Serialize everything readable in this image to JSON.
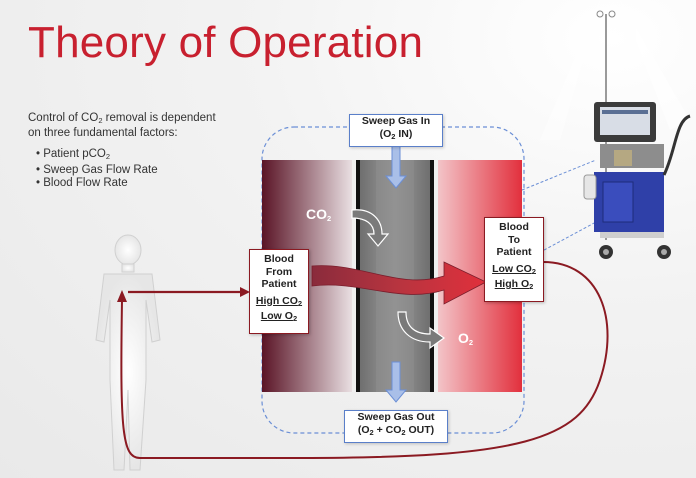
{
  "title": "Theory of Operation",
  "intro": {
    "line1_pre": "Control of CO",
    "line1_sub": "2",
    "line1_post": " removal is dependent",
    "line2": "on three fundamental factors:"
  },
  "factors": [
    {
      "pre": "Patient pCO",
      "sub": "2"
    },
    {
      "pre": "Sweep Gas Flow Rate",
      "sub": ""
    },
    {
      "pre": "Blood Flow Rate",
      "sub": ""
    }
  ],
  "sweep_in": {
    "line1": "Sweep Gas In",
    "line2_pre": "(O",
    "line2_sub": "2",
    "line2_post": " IN)"
  },
  "sweep_out": {
    "line1": "Sweep Gas Out",
    "line2_pre": "(O",
    "line2_sub": "2",
    "line2_mid": " + CO",
    "line2_sub2": "2",
    "line2_post": " OUT)"
  },
  "blood_from": {
    "l1": "Blood",
    "l2": "From",
    "l3": "Patient",
    "high_pre": "High CO",
    "high_sub": "2",
    "low_pre": "Low O",
    "low_sub": "2"
  },
  "blood_to": {
    "l1": "Blood",
    "l2": "To",
    "l3": "Patient",
    "low_pre": "Low CO",
    "low_sub": "2",
    "high_pre": "High O",
    "high_sub": "2"
  },
  "co2_label": {
    "pre": "CO",
    "sub": "2"
  },
  "o2_label": {
    "pre": "O",
    "sub": "2"
  },
  "colors": {
    "title": "#c8202f",
    "blood_dark": "#6e1a2a",
    "blood_bright": "#e8333f",
    "gas_border": "#5a7fc9",
    "return_line": "#8b1a22"
  }
}
